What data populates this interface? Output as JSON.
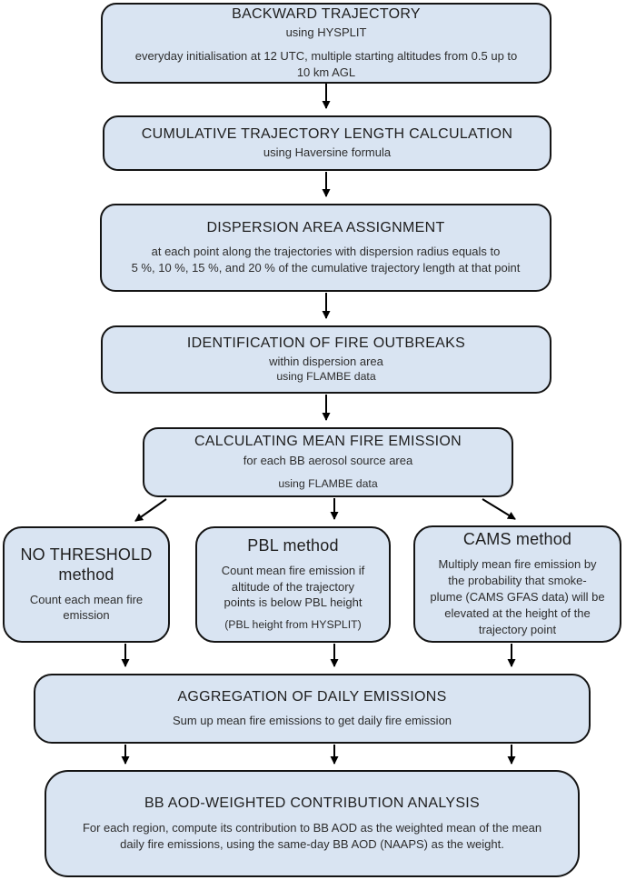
{
  "colors": {
    "box_fill": "#d9e4f2",
    "box_border": "#141414",
    "title_color": "#1e1e1e",
    "body_color": "#2d2d2d",
    "arrow_color": "#000000",
    "bg": "#ffffff"
  },
  "diagram": {
    "boxes": {
      "backward_trajectory": {
        "title": "BACKWARD TRAJECTORY",
        "subtitle": "using HYSPLIT",
        "body": "everyday initialisation at 12 UTC,  multiple starting altitudes from 0.5 up to\n10 km AGL"
      },
      "cumulative_length": {
        "title": "CUMULATIVE TRAJECTORY LENGTH CALCULATION",
        "subtitle": "using Haversine formula"
      },
      "dispersion_area": {
        "title": "DISPERSION AREA ASSIGNMENT",
        "body": "at each point along the trajectories  with dispersion radius equals to\n5 %, 10 %, 15 %, and 20 % of the cumulative trajectory length at that point"
      },
      "fire_outbreaks": {
        "title": "IDENTIFICATION OF FIRE OUTBREAKS",
        "subtitle": "within dispersion area",
        "note": "using FLAMBE data"
      },
      "mean_fire_emission": {
        "title": "CALCULATING MEAN FIRE EMISSION",
        "subtitle": "for each BB aerosol source area",
        "note": "using FLAMBE data"
      },
      "no_threshold": {
        "title": "NO THRESHOLD\nmethod",
        "body": "Count each mean fire\nemission"
      },
      "pbl": {
        "title": "PBL method",
        "body": "Count mean fire emission if\naltitude of the trajectory\npoints is below PBL height",
        "note": "(PBL height from HYSPLIT)"
      },
      "cams": {
        "title": "CAMS method",
        "body": "Multiply mean fire emission by\nthe probability that smoke-\nplume (CAMS GFAS data) will be\nelevated at the height of the\ntrajectory point"
      },
      "aggregation": {
        "title": "AGGREGATION OF DAILY EMISSIONS",
        "body": "Sum up mean fire emissions to get daily fire emission"
      },
      "bb_aod_analysis": {
        "title": "BB AOD-WEIGHTED CONTRIBUTION ANALYSIS",
        "body": "For each region, compute its contribution to BB AOD as the weighted mean of the mean\ndaily fire emissions, using the same-day BB AOD (NAAPS) as the weight."
      }
    }
  }
}
